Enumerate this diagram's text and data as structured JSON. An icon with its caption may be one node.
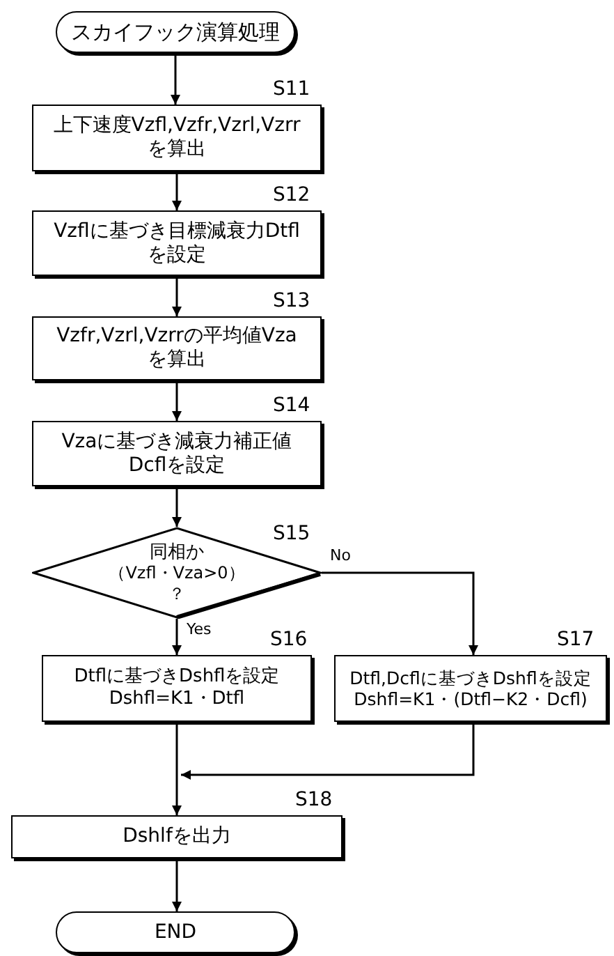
{
  "diagram": {
    "nodes": [
      {
        "text": [
          "スカイフック演算処理"
        ]
      },
      {
        "text": [
          "上下速度Vzfl,Vzfr,Vzrl,Vzrrを算出"
        ],
        "beside": [
          "S11"
        ]
      },
      {
        "text": [
          "Vzflに基づき目標減衰力Dtflを設定"
        ],
        "beside": [
          "S12"
        ]
      },
      {
        "text": [
          "Vzfr,Vzrl,Vzrrの平均値Vzaを算出"
        ],
        "beside": [
          "S13"
        ]
      },
      {
        "text": [
          "Vzaに基づき減衰力補正値Dcflを設定"
        ],
        "beside": [
          "S14"
        ]
      },
      {
        "text": [
          "同相か",
          "（Vzfl・Vza>0）",
          "？"
        ],
        "beside": [
          "S15"
        ]
      },
      {
        "text": [
          "Dtflに基づきDshflを設定",
          "Dshfl=K1・Dtfl"
        ],
        "beside": [
          "S16"
        ]
      },
      {
        "text": [
          "Dtfl,Dcflに基づきDshflを設定",
          "Dshfl=K1・(Dtfl−K2・Dcfl)"
        ],
        "beside": [
          "S17"
        ]
      },
      {
        "text": [
          "Dshlfを出力"
        ],
        "beside": [
          "S18"
        ]
      },
      {
        "text": [
          "END"
        ]
      }
    ],
    "edges": [
      {
        "from": 0,
        "to": 1,
        "arrow": "to"
      },
      {
        "from": 1,
        "to": 2,
        "arrow": "to"
      },
      {
        "from": 2,
        "to": 3,
        "arrow": "to"
      },
      {
        "from": 3,
        "to": 4,
        "arrow": "to"
      },
      {
        "from": 4,
        "to": 5,
        "arrow": "to"
      },
      {
        "from": 5,
        "to": 6,
        "label": "Yes",
        "arrow": "to"
      },
      {
        "from": 5,
        "to": 7,
        "label": "No",
        "arrow": "to"
      },
      {
        "from": 6,
        "to": 8,
        "arrow": "to"
      },
      {
        "from": 7,
        "to": 8,
        "arrow": "to"
      },
      {
        "from": 8,
        "to": 9,
        "arrow": "to"
      }
    ]
  }
}
